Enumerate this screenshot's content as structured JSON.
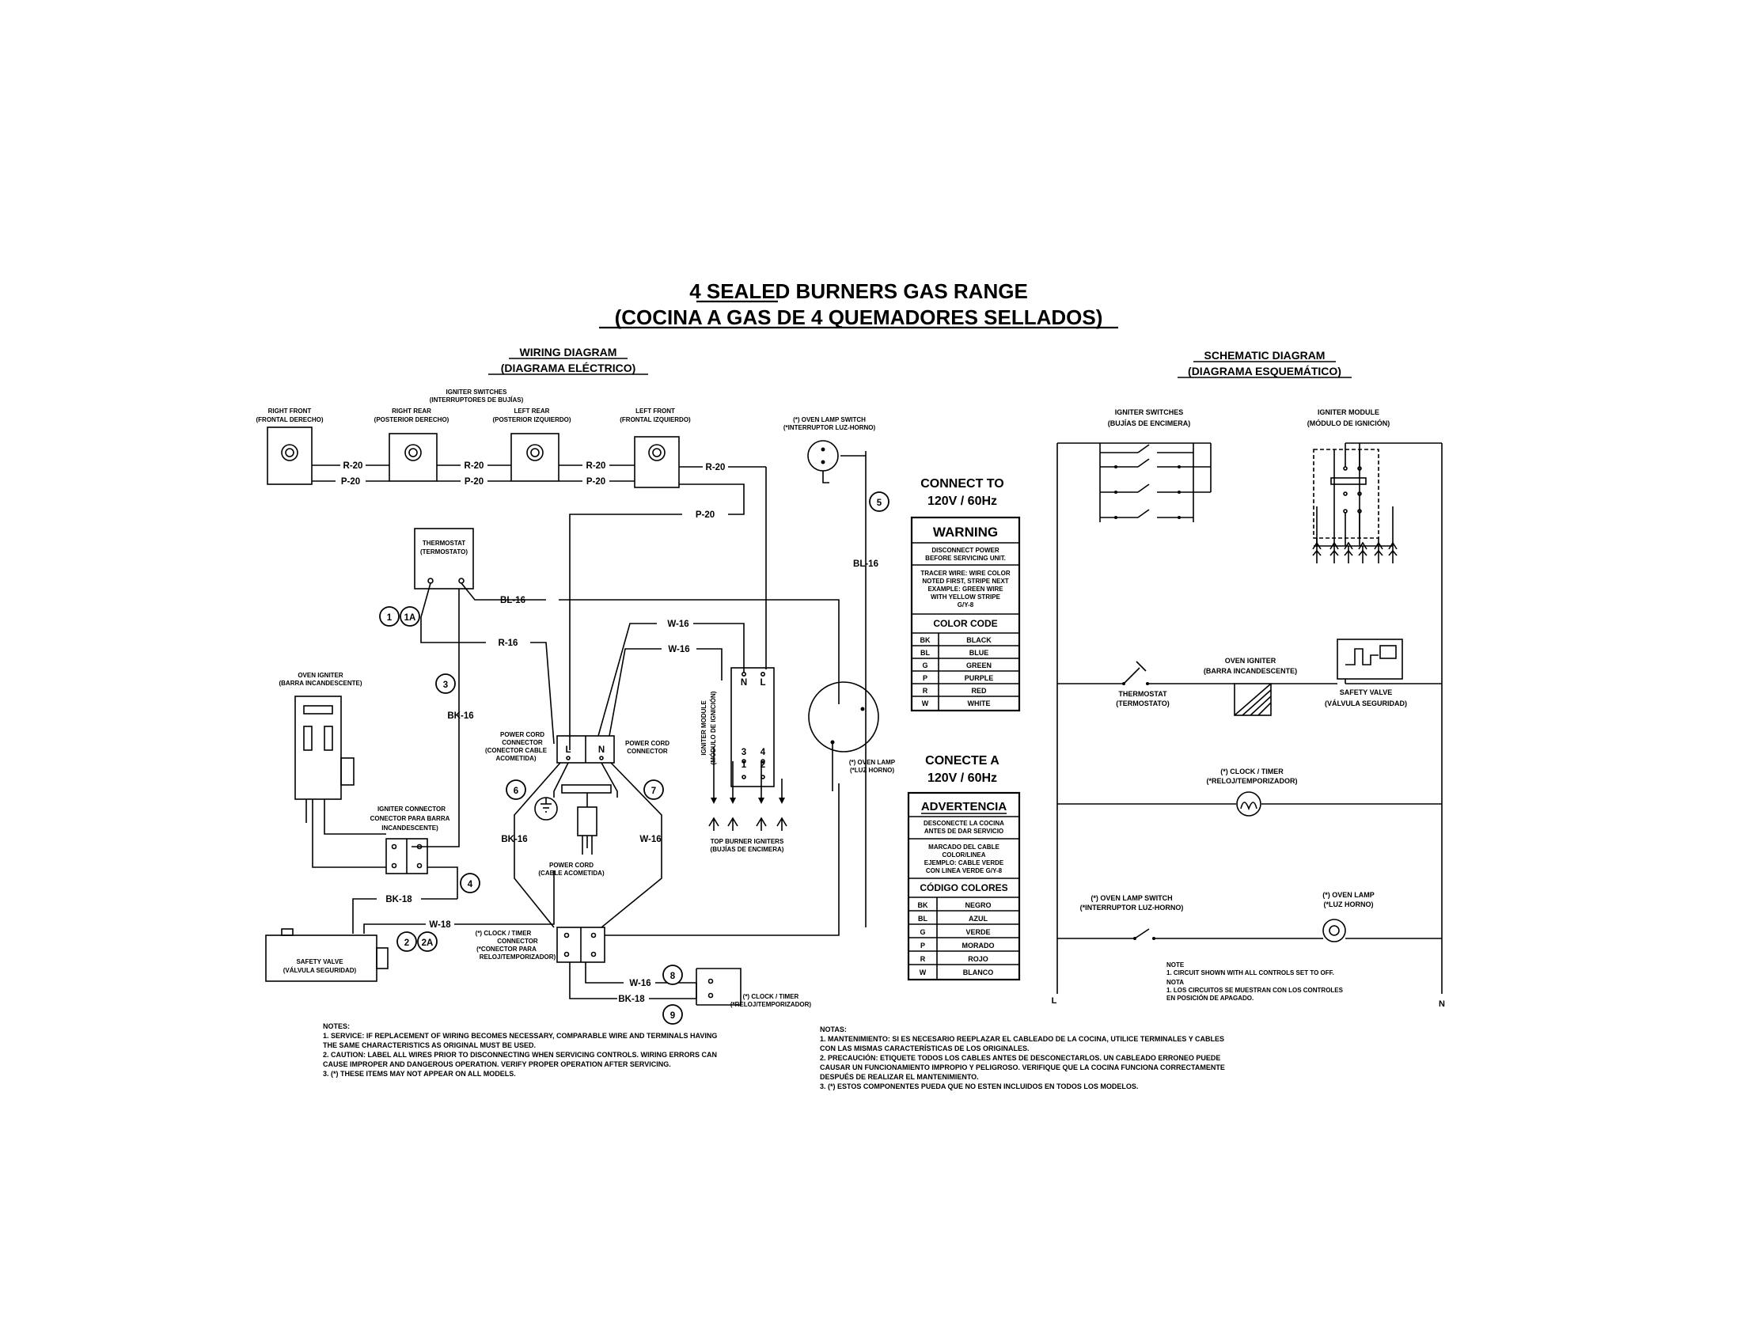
{
  "title": {
    "line1": "4 SEALED BURNERS GAS RANGE",
    "line2": "(COCINA A GAS DE 4 QUEMADORES SELLADOS)"
  },
  "wiring": {
    "heading": "WIRING DIAGRAM",
    "heading_es": "(DIAGRAMA ELÉCTRICO)",
    "igniter_switches": "IGNITER SWITCHES",
    "igniter_switches_es": "(INTERRUPTORES DE BUJÍAS)",
    "switches": [
      {
        "name": "RIGHT FRONT",
        "name_es": "(FRONTAL DERECHO)"
      },
      {
        "name": "RIGHT REAR",
        "name_es": "(POSTERIOR DERECHO)"
      },
      {
        "name": "LEFT REAR",
        "name_es": "(POSTERIOR IZQUIERDO)"
      },
      {
        "name": "LEFT FRONT",
        "name_es": "(FRONTAL IZQUIERDO)"
      }
    ],
    "oven_lamp_switch": "(*) OVEN LAMP SWITCH",
    "oven_lamp_switch_es": "(*INTERRUPTOR LUZ-HORNO)",
    "thermostat": "THERMOSTAT",
    "thermostat_es": "(TERMOSTATO)",
    "oven_igniter": "OVEN IGNITER",
    "oven_igniter_es": "(BARRA INCANDESCENTE)",
    "igniter_connector": "IGNITER CONNECTOR",
    "igniter_connector_es1": "CONECTOR PARA BARRA",
    "igniter_connector_es2": "INCANDESCENTE)",
    "safety_valve": "SAFETY VALVE",
    "safety_valve_es": "(VÁLVULA SEGURIDAD)",
    "power_cord_connector_l1": "POWER CORD",
    "power_cord_connector_l2": "CONNECTOR",
    "power_cord_connector_l3": "(CONECTOR CABLE",
    "power_cord_connector_l4": "ACOMETIDA)",
    "power_cord_connector_r1": "POWER CORD",
    "power_cord_connector_r2": "CONNECTOR",
    "power_cord": "POWER CORD",
    "power_cord_es": "(CABLE ACOMETIDA)",
    "igniter_module_v1": "IGNITER MODULE",
    "igniter_module_v2": "(MÓDULO DE IGNICIÓN)",
    "top_burner_igniters": "TOP BURNER IGNITERS",
    "top_burner_igniters_es": "(BUJÍAS DE ENCIMERA)",
    "oven_lamp": "(*) OVEN LAMP",
    "oven_lamp_es": "(*LUZ HORNO)",
    "clock_conn1": "(*) CLOCK / TIMER",
    "clock_conn2": "CONNECTOR",
    "clock_conn3": "(*CONECTOR PARA",
    "clock_conn4": "RELOJ/TEMPORIZADOR)",
    "clock_timer": "(*) CLOCK / TIMER",
    "clock_timer_es": "(*RELOJ/TEMPORIZADOR)",
    "wires": {
      "r20": "R-20",
      "p20": "P-20",
      "bl16": "BL-16",
      "r16": "R-16",
      "w16": "W-16",
      "bk16": "BK-16",
      "w18": "W-18",
      "bk18": "BK-18"
    },
    "terminals": {
      "n": "N",
      "l": "L",
      "t3": "3",
      "t4": "4",
      "t1": "1",
      "t2": "2"
    },
    "callouts": [
      "1",
      "1A",
      "2",
      "2A",
      "3",
      "4",
      "5",
      "6",
      "7",
      "8",
      "9"
    ]
  },
  "center": {
    "connect_to1": "CONNECT TO",
    "connect_to2": "120V / 60Hz",
    "warning": "WARNING",
    "warning_l1": "DISCONNECT POWER",
    "warning_l2": "BEFORE SERVICING UNIT.",
    "tracer_l1": "TRACER WIRE: WIRE COLOR",
    "tracer_l2": "NOTED FIRST, STRIPE NEXT",
    "tracer_l3": "EXAMPLE: GREEN WIRE",
    "tracer_l4": "WITH YELLOW STRIPE",
    "tracer_l5": "G/Y-8",
    "color_code": "COLOR CODE",
    "colors": [
      {
        "code": "BK",
        "name": "BLACK"
      },
      {
        "code": "BL",
        "name": "BLUE"
      },
      {
        "code": "G",
        "name": "GREEN"
      },
      {
        "code": "P",
        "name": "PURPLE"
      },
      {
        "code": "R",
        "name": "RED"
      },
      {
        "code": "W",
        "name": "WHITE"
      }
    ],
    "conecte1": "CONECTE A",
    "conecte2": "120V / 60Hz",
    "advertencia": "ADVERTENCIA",
    "adv_l1": "DESCONECTE LA COCINA",
    "adv_l2": "ANTES DE DAR SERVICIO",
    "marc_l1": "MARCADO DEL CABLE",
    "marc_l2": "COLOR/LINEA",
    "marc_l3": "EJEMPLO: CABLE VERDE",
    "marc_l4": "CON LINEA VERDE G/Y-8",
    "codigo_colores": "CÓDIGO COLORES",
    "colores": [
      {
        "code": "BK",
        "name": "NEGRO"
      },
      {
        "code": "BL",
        "name": "AZUL"
      },
      {
        "code": "G",
        "name": "VERDE"
      },
      {
        "code": "P",
        "name": "MORADO"
      },
      {
        "code": "R",
        "name": "ROJO"
      },
      {
        "code": "W",
        "name": "BLANCO"
      }
    ]
  },
  "schematic": {
    "heading": "SCHEMATIC DIAGRAM",
    "heading_es": "(DIAGRAMA ESQUEMÁTICO)",
    "igniter_switches": "IGNITER SWITCHES",
    "igniter_switches_es": "(BUJÍAS DE ENCIMERA)",
    "igniter_module": "IGNITER MODULE",
    "igniter_module_es": "(MÓDULO DE IGNICIÓN)",
    "thermostat": "THERMOSTAT",
    "thermostat_es": "(TERMOSTATO)",
    "oven_igniter": "OVEN IGNITER",
    "oven_igniter_es": "(BARRA INCANDESCENTE)",
    "safety_valve": "SAFETY VALVE",
    "safety_valve_es": "(VÁLVULA SEGURIDAD)",
    "clock_timer": "(*) CLOCK / TIMER",
    "clock_timer_es": "(*RELOJ/TEMPORIZADOR)",
    "oven_lamp_switch": "(*) OVEN LAMP SWITCH",
    "oven_lamp_switch_es": "(*INTERRUPTOR LUZ-HORNO)",
    "oven_lamp": "(*) OVEN LAMP",
    "oven_lamp_es": "(*LUZ HORNO)",
    "note_l1": "NOTE",
    "note_l2": "1. CIRCUIT SHOWN WITH ALL CONTROLS SET TO OFF.",
    "nota_l1": "NOTA",
    "nota_l2": "1. LOS CIRCUITOS SE MUESTRAN CON LOS CONTROLES",
    "nota_l3": "EN POSICIÓN DE APAGADO.",
    "l_label": "L",
    "n_label": "N"
  },
  "notes_en": {
    "head": "NOTES:",
    "l1": "1. SERVICE: IF REPLACEMENT OF WIRING BECOMES NECESSARY, COMPARABLE WIRE AND TERMINALS HAVING",
    "l2": "THE SAME CHARACTERISTICS AS ORIGINAL MUST BE USED.",
    "l3": "2. CAUTION: LABEL ALL WIRES PRIOR TO DISCONNECTING WHEN SERVICING CONTROLS. WIRING ERRORS CAN",
    "l4": "CAUSE IMPROPER AND DANGEROUS OPERATION. VERIFY PROPER OPERATION AFTER SERVICING.",
    "l5": "3. (*) THESE ITEMS MAY NOT APPEAR ON ALL MODELS."
  },
  "notes_es": {
    "head": "NOTAS:",
    "l1": "1. MANTENIMIENTO: SI ES NECESARIO REEPLAZAR EL CABLEADO DE LA COCINA, UTILICE TERMINALES Y CABLES",
    "l2": "CON LAS MISMAS CARACTERÍSTICAS DE LOS ORIGINALES.",
    "l3": "2. PRECAUCIÓN: ETIQUETE TODOS LOS CABLES ANTES DE DESCONECTARLOS. UN CABLEADO ERRONEO PUEDE",
    "l4": "CAUSAR UN FUNCIONAMIENTO IMPROPIO Y PELIGROSO. VERIFIQUE QUE LA COCINA FUNCIONA CORRECTAMENTE",
    "l5": "DESPUÉS DE REALIZAR EL MANTENIMIENTO.",
    "l6": "3. (*) ESTOS COMPONENTES PUEDA QUE NO ESTEN INCLUIDOS EN TODOS LOS MODELOS."
  }
}
